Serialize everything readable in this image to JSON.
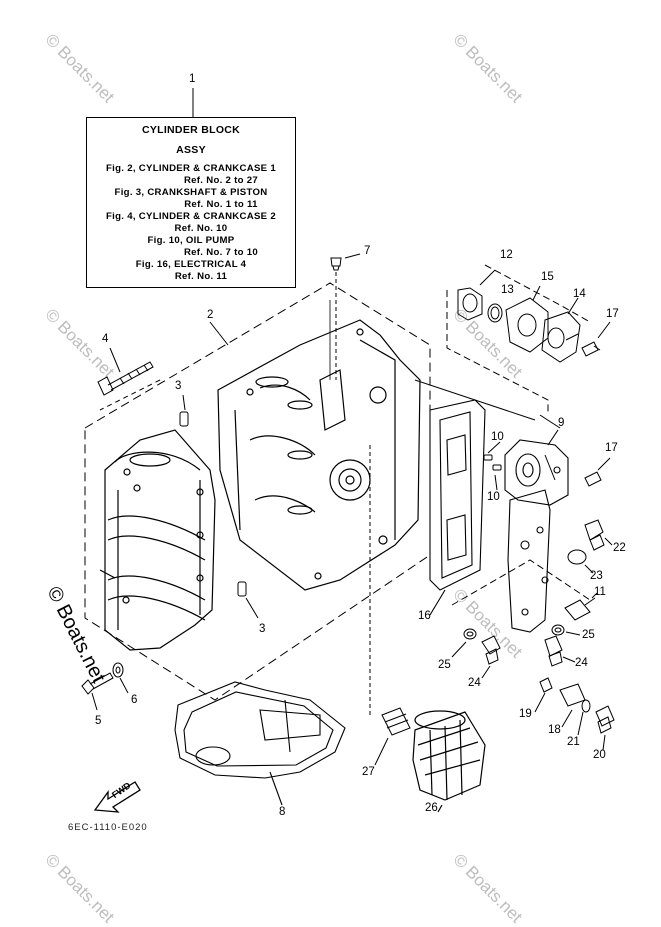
{
  "assy_box": {
    "title": "CYLINDER BLOCK",
    "subtitle": "ASSY",
    "lines": [
      "Fig. 2, CYLINDER & CRANKCASE 1",
      "Ref. No. 2 to 27",
      "Fig. 3, CRANKSHAFT & PISTON",
      "Ref. No. 1 to 11",
      "Fig. 4, CYLINDER & CRANKCASE 2",
      "Ref. No. 10",
      "Fig. 10, OIL PUMP",
      "Ref. No. 7 to 10",
      "Fig. 16, ELECTRICAL 4",
      "Ref. No. 11"
    ]
  },
  "callouts": {
    "c1": "1",
    "c2": "2",
    "c3a": "3",
    "c3b": "3",
    "c4": "4",
    "c5": "5",
    "c6": "6",
    "c7": "7",
    "c8": "8",
    "c9": "9",
    "c10a": "10",
    "c10b": "10",
    "c11": "11",
    "c12": "12",
    "c13": "13",
    "c14": "14",
    "c15": "15",
    "c16": "16",
    "c17a": "17",
    "c17b": "17",
    "c18": "18",
    "c19": "19",
    "c20": "20",
    "c21": "21",
    "c22": "22",
    "c23": "23",
    "c24a": "24",
    "c24b": "24",
    "c25a": "25",
    "c25b": "25",
    "c26": "26",
    "c27": "27"
  },
  "watermark": "© Boats.net",
  "fwd_label": "FWD",
  "drawing_code": "6EC-1110-E020"
}
